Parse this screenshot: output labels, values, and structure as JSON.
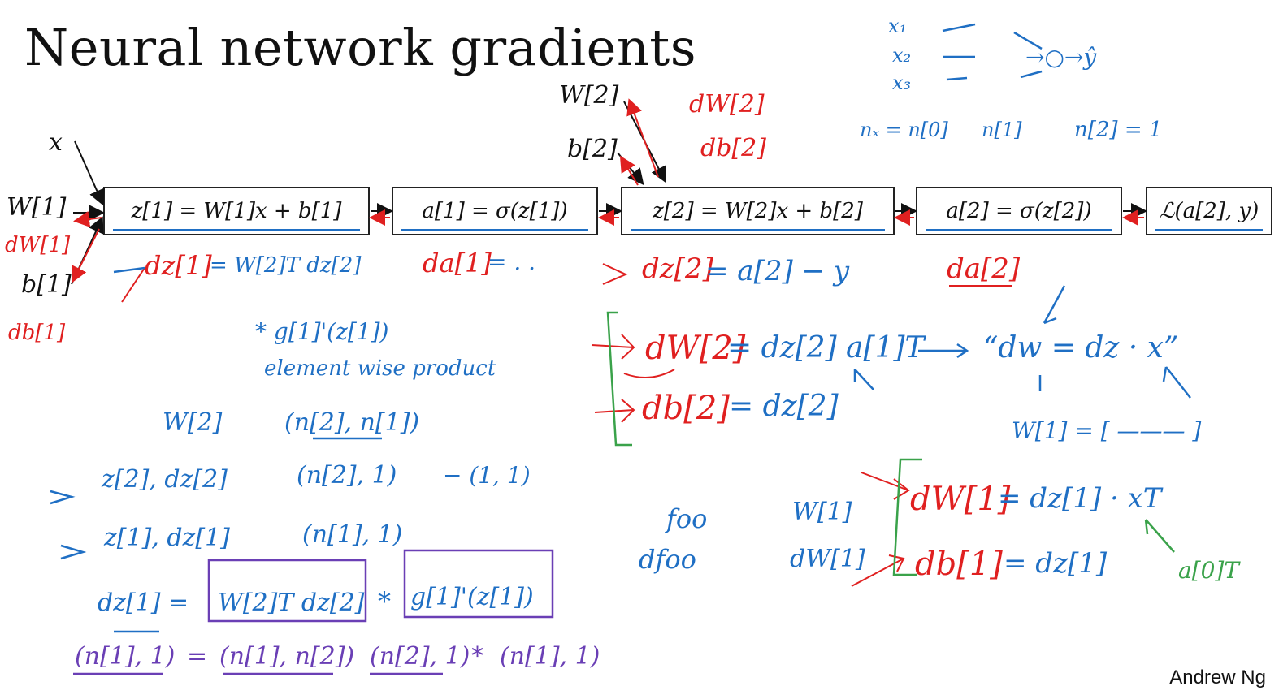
{
  "slide": {
    "title": "Neural network gradients",
    "author": "Andrew Ng"
  },
  "inputs": {
    "x": "x",
    "W1": "W[1]",
    "b1": "b[1]",
    "W2": "W[2]",
    "b2": "b[2]"
  },
  "pipeline": [
    {
      "label": "z[1] = W[1]x + b[1]"
    },
    {
      "label": "a[1] =  σ(z[1])"
    },
    {
      "label": "z[2] = W[2]x + b[2]"
    },
    {
      "label": "a[2] =  σ(z[2])"
    },
    {
      "label": "ℒ(a[2], y)"
    }
  ],
  "colors": {
    "ink_black": "#111111",
    "pen_red": "#e02020",
    "pen_blue": "#1f6fc4",
    "pen_purple": "#6a3fb5",
    "pen_green": "#3aa24a"
  },
  "notes": {
    "top_right": {
      "x1": "x₁",
      "x2": "x₂",
      "x3": "x₃",
      "yhat": "→○→ŷ",
      "n0": "nₓ = n[0]",
      "n1": "n[1]",
      "n2": "n[2] = 1"
    },
    "red": {
      "dW2": "dW[2]",
      "db2": "db[2]",
      "dW1": "dW[1]",
      "db1": "db[1]",
      "dz1": "dz[1]",
      "da1": "da[1]",
      "dz2": "dz[2]",
      "da2": "da[2]",
      "dW2_mid": "dW[2]",
      "db2_mid": "db[2]",
      "dW1_low": "dW[1]",
      "db1_low": "db[1]"
    },
    "blue": {
      "dz1_rhs": "= W[2]T dz[2]",
      "da1_rhs": "= . .",
      "dz2_rhs": "= a[2] − y",
      "gprime": "* g[1]'(z[1])",
      "elementwise": "element wise product",
      "w2_shape_label": "W[2]",
      "w2_shape": "(n[2], n[1])",
      "z2_row": "z[2], dz[2]",
      "z2_shape": "(n[2], 1)",
      "z2_one": "− (1, 1)",
      "z1_row": "z[1], dz[1]",
      "z1_shape": "(n[1], 1)",
      "dz1_full_lhs": "dz[1] =",
      "dz1_full_w": "W[2]T dz[2]",
      "dz1_full_star": "*",
      "dz1_full_g": "g[1]'(z[1])",
      "dz1_shape_lhs": "(n[1], 1)",
      "dz1_shape_eq": "=",
      "dz1_shape_w": "(n[1], n[2])",
      "dz1_shape_z": "(n[2], 1)",
      "dz1_shape_star": "*",
      "dz1_shape_g": "(n[1], 1)",
      "dW2_rhs": "= dz[2] a[1]T",
      "db2_rhs": "= dz[2]",
      "dw_quote": "“dw = dz · x”",
      "w1_bracket": "W[1] = [ ——— ]",
      "foo": "foo",
      "dfoo": "dfoo",
      "w1_label": "W[1]",
      "dw1_label": "dW[1]",
      "dW1_rhs": "= dz[1] · xT",
      "db1_rhs": "= dz[1]",
      "a0T": "a[0]T"
    }
  }
}
